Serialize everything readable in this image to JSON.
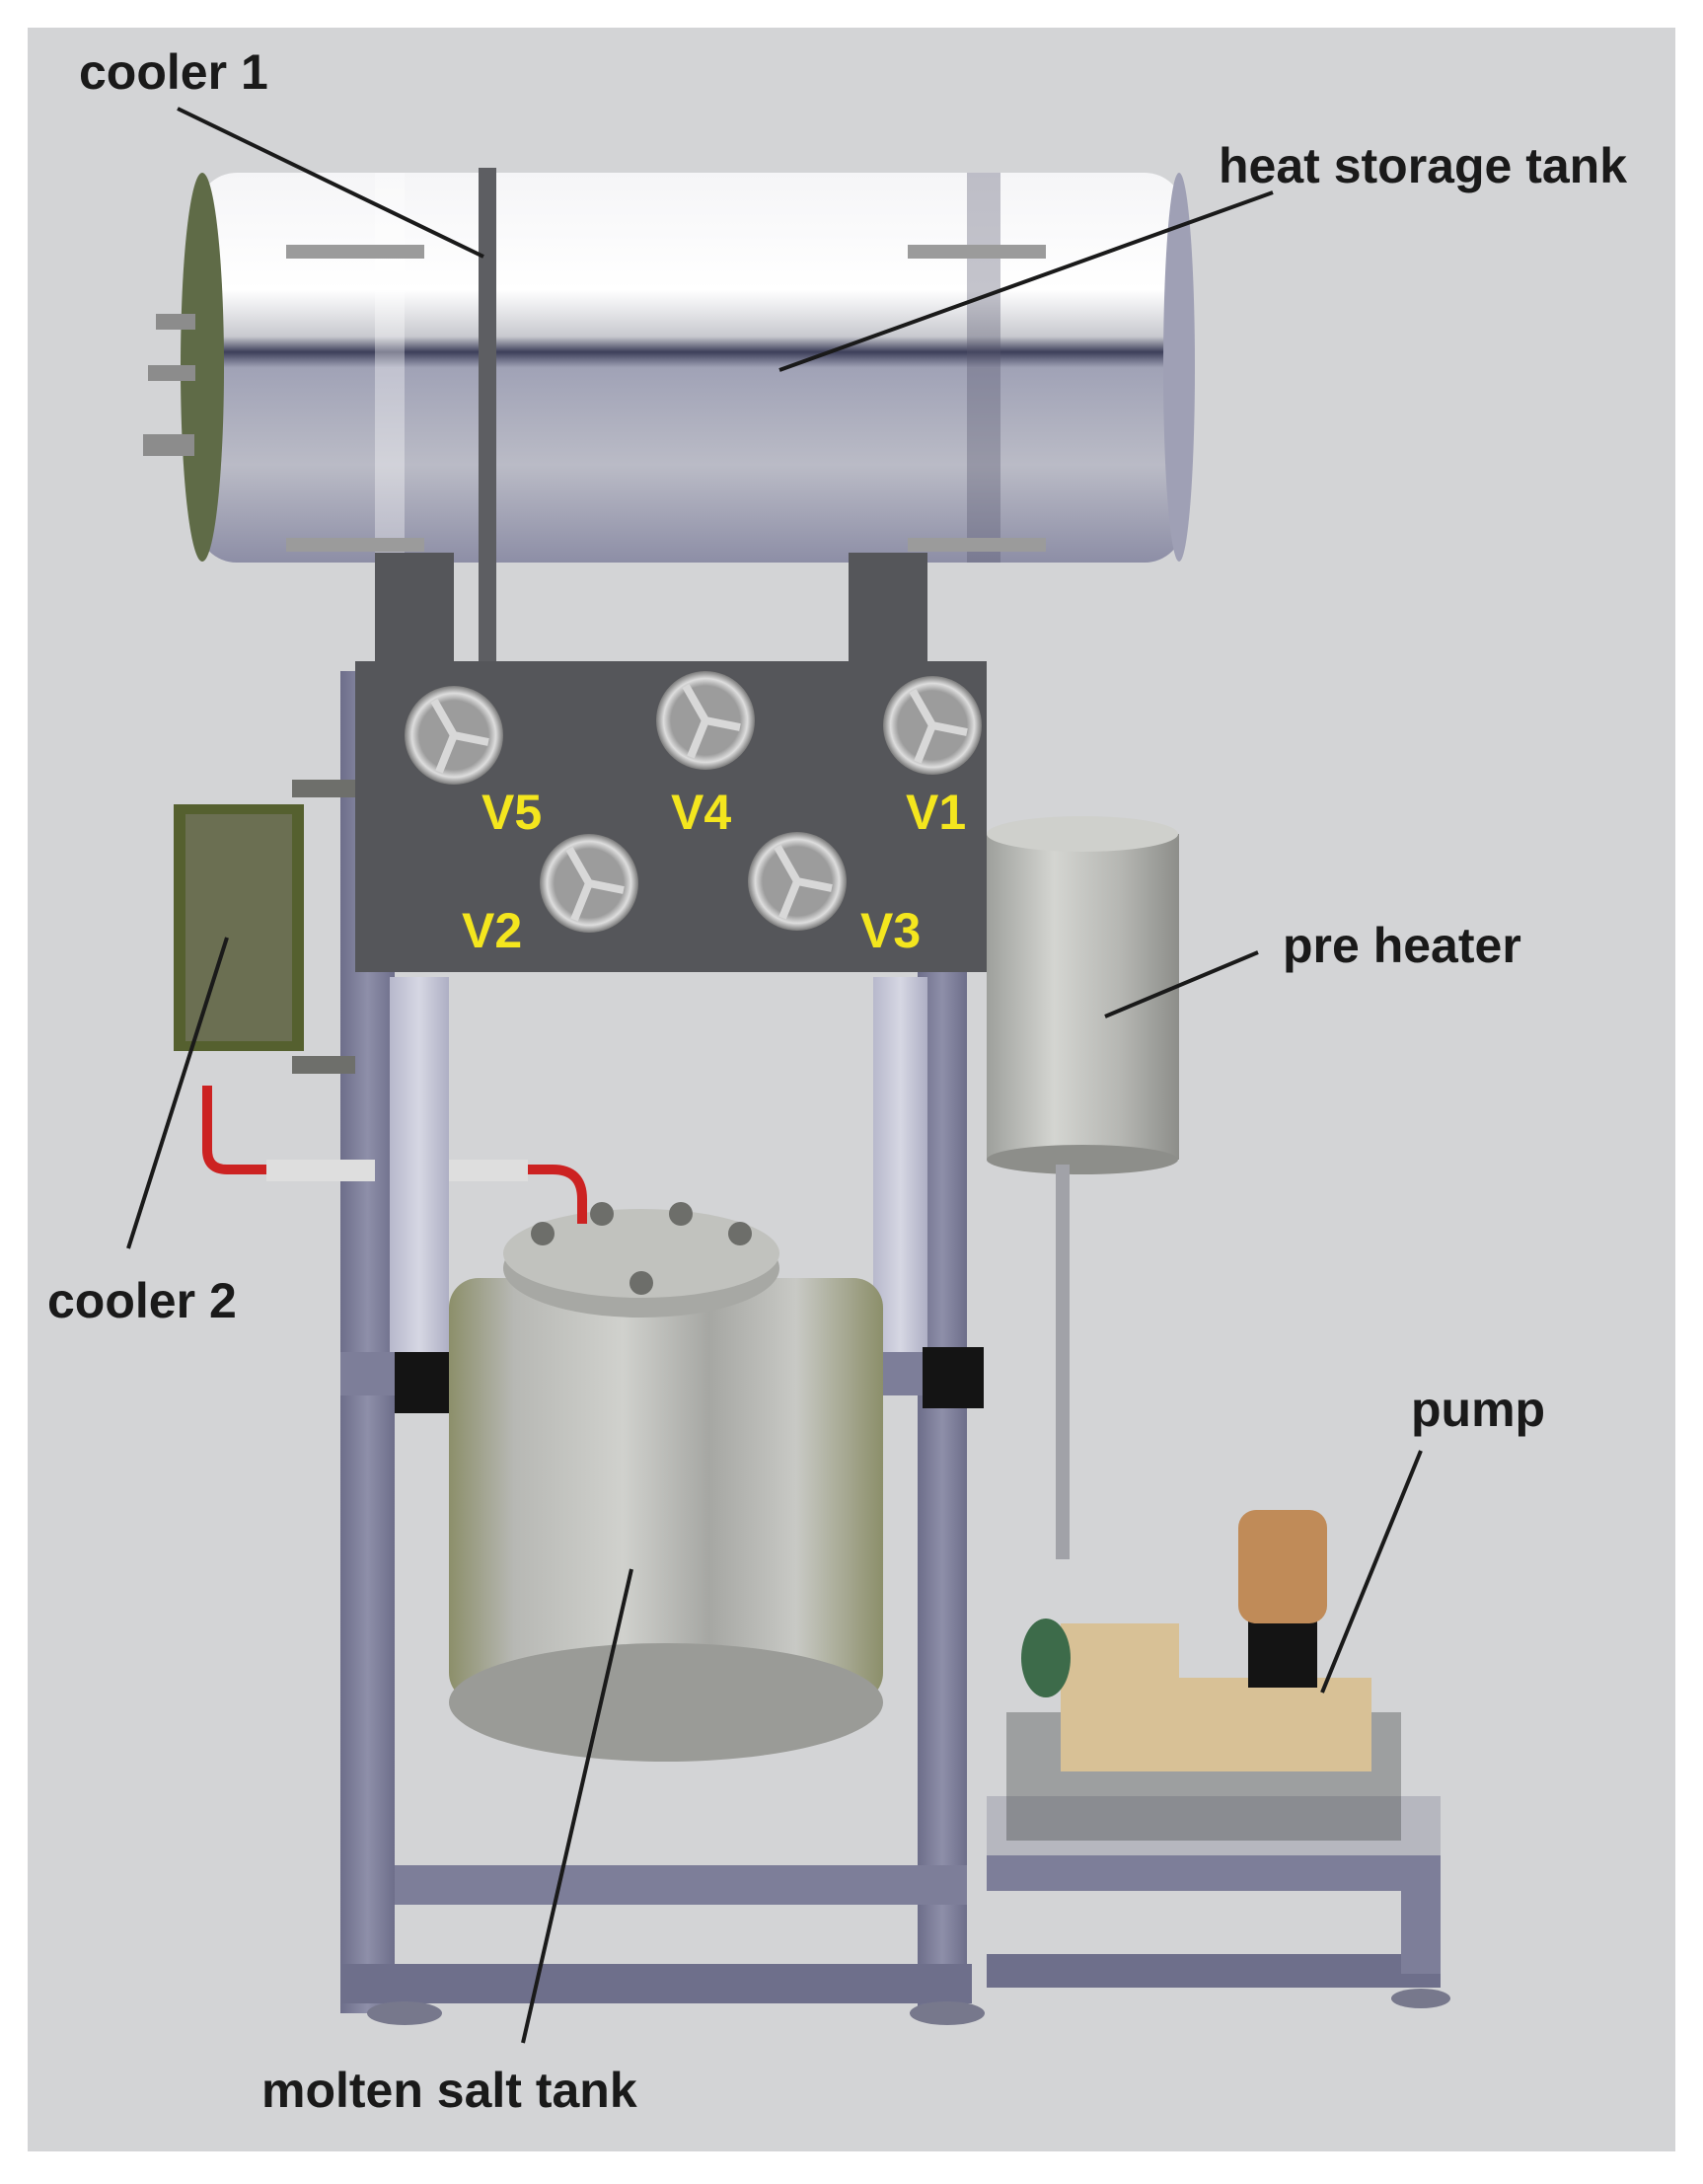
{
  "labels": {
    "cooler_1": "cooler 1",
    "heat_storage_tank": "heat storage tank",
    "pre_heater": "pre heater",
    "cooler_2": "cooler 2",
    "pump": "pump",
    "molten_salt_tank": "molten salt tank"
  },
  "valves": [
    "V5",
    "V4",
    "V1",
    "V2",
    "V3"
  ],
  "colors": {
    "background": "#d3d4d6",
    "frame": "#7c7d98",
    "panel": "#55565a",
    "valve_label": "#f4e61e",
    "tank_steel": "#b9bab5",
    "pump_body": "#d8c196",
    "pump_motor": "#c08b58",
    "cooler_pipe_red": "#cc2222"
  }
}
